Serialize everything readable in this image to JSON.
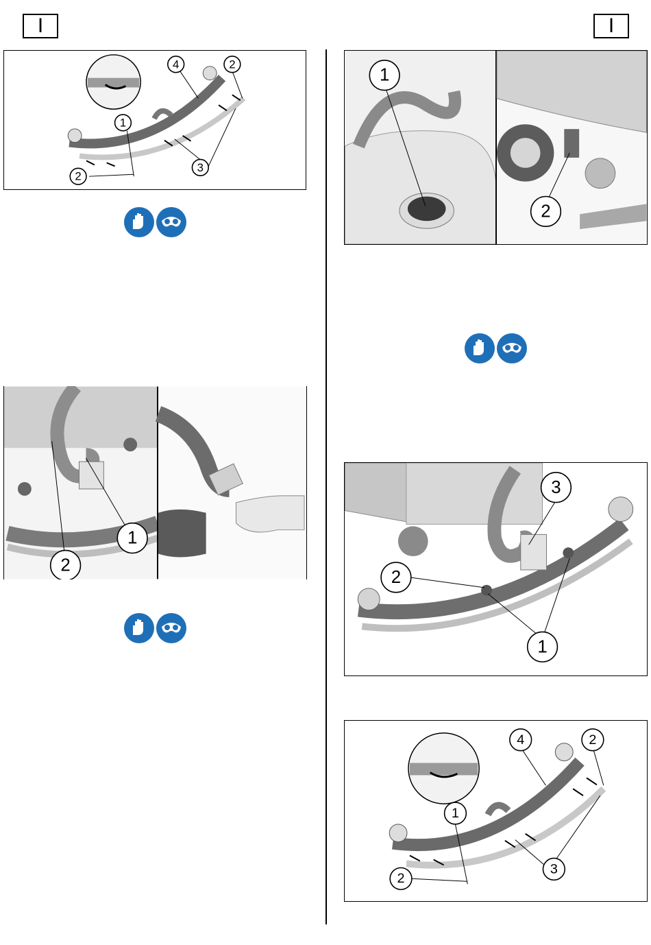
{
  "header": {
    "lang_left": "I",
    "lang_right": "I"
  },
  "figures": {
    "squeegee_blade_top": {
      "callouts": [
        "1",
        "2",
        "2",
        "3",
        "4"
      ]
    },
    "hose_removal": {
      "callouts": [
        "1",
        "2"
      ]
    },
    "hose_inlet": {
      "callouts": [
        "1",
        "2"
      ]
    },
    "squeegee_assembly": {
      "callouts": [
        "1",
        "2",
        "3"
      ]
    },
    "squeegee_blade_bottom": {
      "callouts": [
        "1",
        "2",
        "2",
        "3",
        "4"
      ]
    }
  },
  "icons": {
    "ppe_1": [
      "gloves-icon",
      "goggles-icon"
    ],
    "ppe_2": [
      "gloves-icon",
      "goggles-icon"
    ],
    "ppe_3": [
      "gloves-icon",
      "goggles-icon"
    ]
  },
  "colors": {
    "ppe_blue": "#1f6fb8",
    "line": "#000000",
    "render_gray": "#8a8a8a"
  }
}
